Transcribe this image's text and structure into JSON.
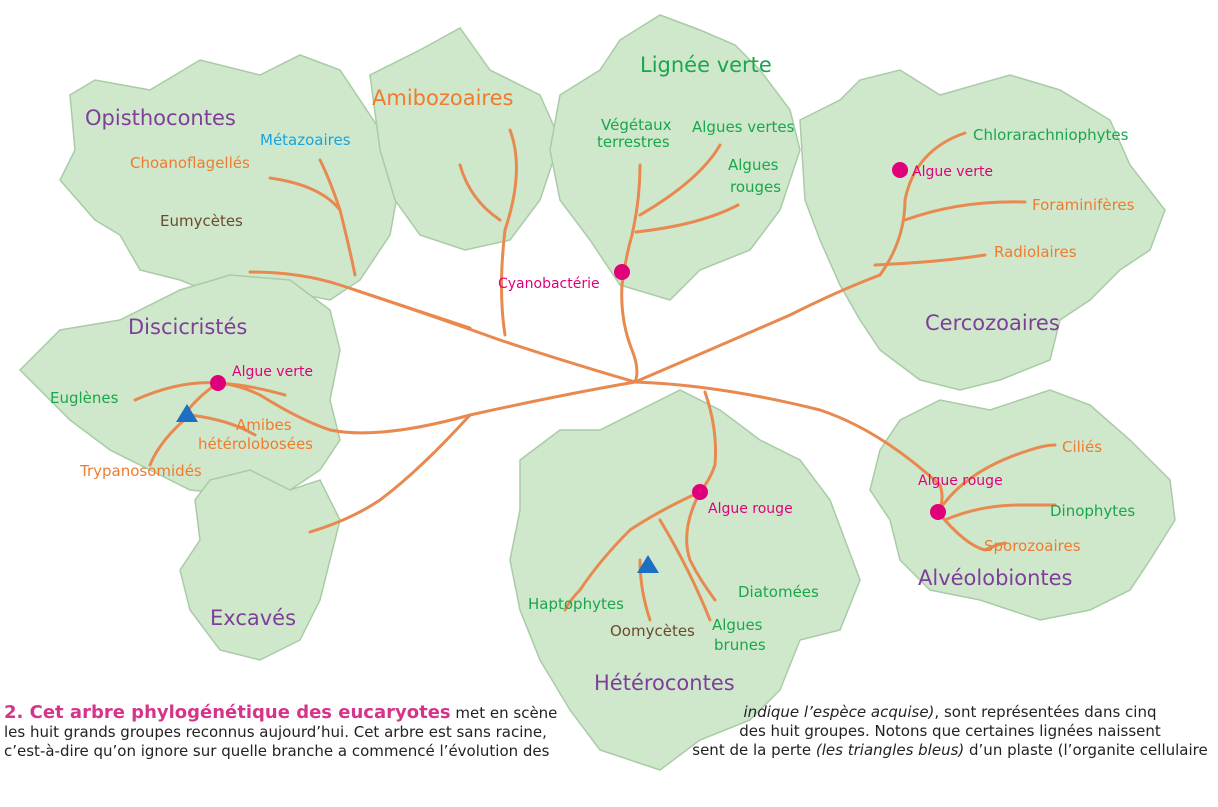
{
  "colors": {
    "leaf_fill": "#cfe8cc",
    "leaf_stroke": "#8fb88d",
    "branch": "#e8894f",
    "group_label": "#7f3f98",
    "green_text": "#1aa64b",
    "orange_text": "#f07b2e",
    "brown_text": "#6b4a2b",
    "blue_text": "#1ba3dc",
    "acquisition_marker": "#e0007a",
    "loss_marker": "#1e6fc2"
  },
  "groups": {
    "opisthocontes": "Opisthocontes",
    "amibozoaires": "Amibozoaires",
    "lignee_verte": "Lignée verte",
    "cercozoaires": "Cercozoaires",
    "discicristes": "Discicristés",
    "excaves": "Excavés",
    "heterocontes": "Hétérocontes",
    "alveolobiontes": "Alvéolobiontes"
  },
  "taxa": {
    "metazoaires": "Métazoaires",
    "choanoflagelles": "Choanoflagellés",
    "eumycetes": "Eumycètes",
    "vegetaux_l1": "Végétaux",
    "vegetaux_l2": "terrestres",
    "algues_vertes": "Algues vertes",
    "algues_rouges_l1": "Algues",
    "algues_rouges_l2": "rouges",
    "chlorarachniophytes": "Chlorarachniophytes",
    "foraminiferes": "Foraminifères",
    "radiolaires": "Radiolaires",
    "euglenes": "Euglènes",
    "amibes_l1": "Amibes",
    "amibes_l2": "hétérolobosées",
    "trypanosomides": "Trypanosomidés",
    "cilies": "Ciliés",
    "dinophytes": "Dinophytes",
    "sporozoaires": "Sporozoaires",
    "haptophytes": "Haptophytes",
    "diatomees": "Diatomées",
    "oomycetes": "Oomycètes",
    "algues_brunes_l1": "Algues",
    "algues_brunes_l2": "brunes"
  },
  "markers": {
    "cyanobacterie": "Cyanobactérie",
    "algue_verte_cerco": "Algue verte",
    "algue_verte_disci": "Algue verte",
    "algue_rouge_hetero": "Algue rouge",
    "algue_rouge_alveo": "Algue rouge"
  },
  "caption": {
    "title": "2. Cet arbre phylogénétique des eucaryotes",
    "left_line1_rest": " met en scène",
    "left_line2": "les huit grands groupes reconnus aujourd’hui. Cet arbre est sans racine,",
    "left_line3": "c’est-à-dire qu’on ignore sur quelle branche a commencé l’évolution des",
    "right_line1_italic": "indique l’espèce acquise)",
    "right_line1_rest": ", sont représentées dans cinq",
    "right_line2": "des huit groupes. Notons que certaines lignées naissent",
    "right_line3_a": "sent de la perte ",
    "right_line3_italic": "(les triangles bleus)",
    "right_line3_b": " d’un plaste (l’organite cellulaire"
  }
}
